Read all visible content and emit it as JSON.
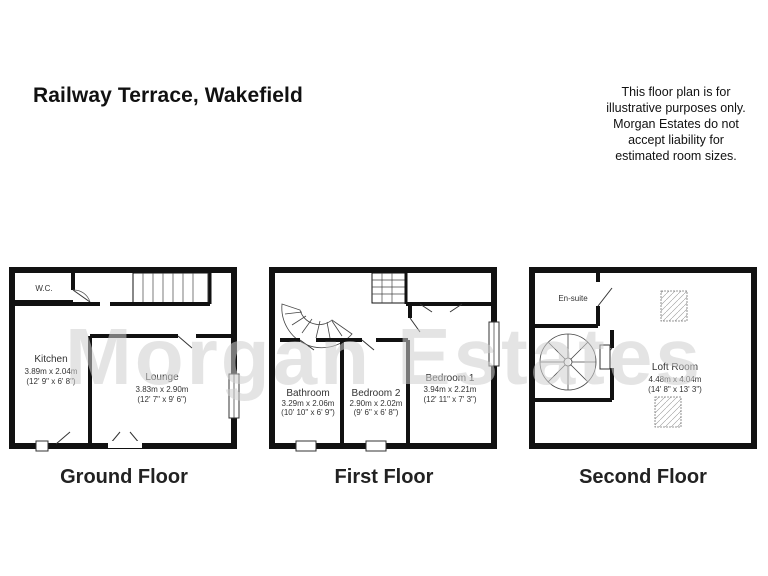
{
  "title": "Railway Terrace, Wakefield",
  "disclaimer": [
    "This floor plan is for",
    "illustrative purposes only.",
    "Morgan Estates do not",
    "accept liability for",
    "estimated room sizes."
  ],
  "watermark": "Morgan Estates",
  "floors": {
    "ground": {
      "label": "Ground Floor",
      "wc": "W.C.",
      "kitchen": {
        "name": "Kitchen",
        "metric": "3.89m x 2.04m",
        "imperial": "(12' 9\" x 6' 8\")"
      },
      "lounge": {
        "name": "Lounge",
        "metric": "3.83m x 2.90m",
        "imperial": "(12' 7\" x 9' 6\")"
      }
    },
    "first": {
      "label": "First Floor",
      "bathroom": {
        "name": "Bathroom",
        "metric": "3.29m x 2.06m",
        "imperial": "(10' 10\" x 6' 9\")"
      },
      "bedroom2": {
        "name": "Bedroom 2",
        "metric": "2.90m x 2.02m",
        "imperial": "(9' 6\" x 6' 8\")"
      },
      "bedroom1": {
        "name": "Bedroom 1",
        "metric": "3.94m x 2.21m",
        "imperial": "(12' 11\" x 7' 3\")"
      }
    },
    "second": {
      "label": "Second Floor",
      "ensuite": "En-suite",
      "loft": {
        "name": "Loft Room",
        "metric": "4.48m x 4.04m",
        "imperial": "(14' 8\" x 13' 3\")"
      }
    }
  }
}
